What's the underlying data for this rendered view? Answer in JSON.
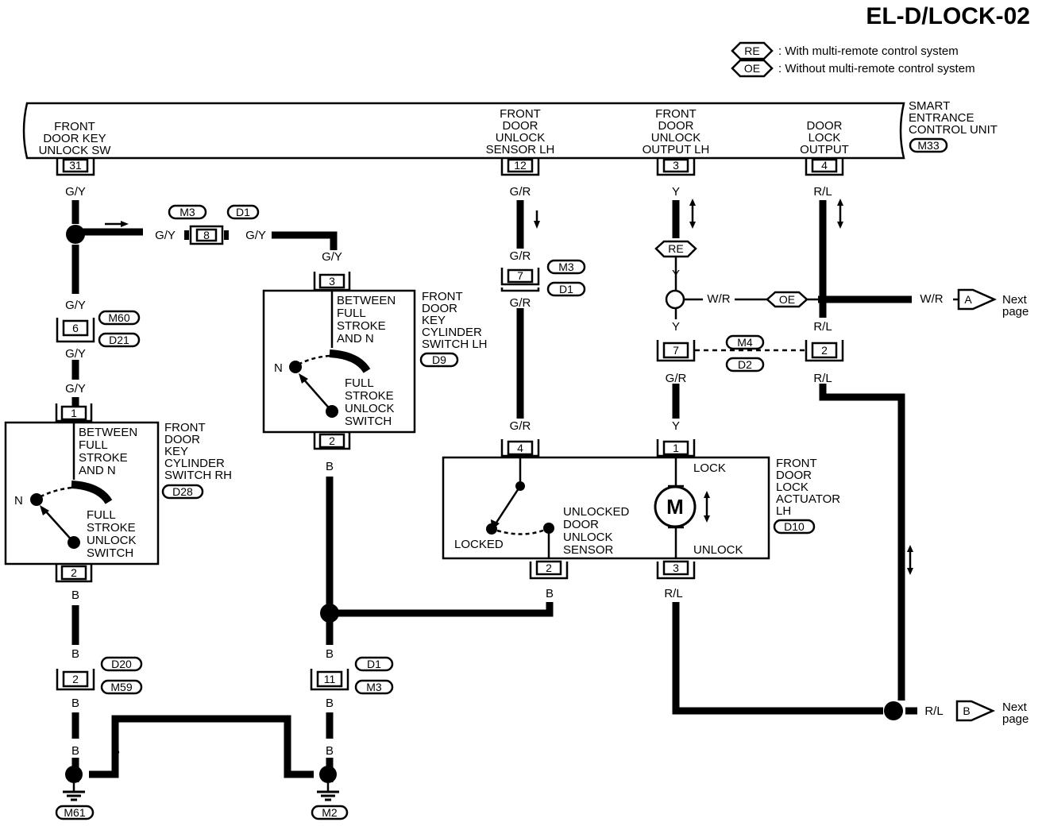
{
  "page_title": "EL-D/LOCK-02",
  "legend": [
    {
      "tag": "RE",
      "text": ": With multi-remote control system"
    },
    {
      "tag": "OE",
      "text": ": Without multi-remote control system"
    }
  ],
  "control_unit": {
    "name": [
      "SMART",
      "ENTRANCE",
      "CONTROL UNIT"
    ],
    "connector": "M33",
    "ports": [
      {
        "id": "p31",
        "lines": [
          "FRONT",
          "DOOR KEY",
          "UNLOCK SW"
        ],
        "pin": "31"
      },
      {
        "id": "p12",
        "lines": [
          "FRONT",
          "DOOR",
          "UNLOCK",
          "SENSOR LH"
        ],
        "pin": "12"
      },
      {
        "id": "p3",
        "lines": [
          "FRONT",
          "DOOR",
          "UNLOCK",
          "OUTPUT LH"
        ],
        "pin": "3"
      },
      {
        "id": "p4",
        "lines": [
          "DOOR",
          "LOCK",
          "OUTPUT"
        ],
        "pin": "4"
      }
    ]
  },
  "connectors": {
    "c8": {
      "pin": "8",
      "tags": [
        "M3",
        "D1"
      ]
    },
    "c7a": {
      "pin": "7",
      "tags": [
        "M3",
        "D1"
      ]
    },
    "c6": {
      "pin": "6",
      "tags": [
        "M60",
        "D21"
      ]
    },
    "c7b": {
      "pin": "7"
    },
    "c2b": {
      "pin": "2"
    },
    "c7b2_tags": [
      "M4",
      "D2"
    ],
    "c2d": {
      "pin": "2",
      "tags": [
        "D20",
        "M59"
      ]
    },
    "c11": {
      "pin": "11",
      "tags": [
        "D1",
        "M3"
      ]
    }
  },
  "wires": {
    "gy": "G/Y",
    "gr": "G/R",
    "y": "Y",
    "rl": "R/L",
    "wr": "W/R",
    "b": "B"
  },
  "tags": {
    "re": "RE",
    "oe": "OE"
  },
  "switch_lh": {
    "name": [
      "FRONT",
      "DOOR",
      "KEY",
      "CYLINDER",
      "SWITCH LH"
    ],
    "connector": "D9",
    "pin_top": "3",
    "pin_bottom": "2",
    "upper": [
      "BETWEEN",
      "FULL",
      "STROKE",
      "AND N"
    ],
    "lower": [
      "FULL",
      "STROKE",
      "UNLOCK",
      "SWITCH"
    ],
    "n": "N"
  },
  "switch_rh": {
    "name": [
      "FRONT",
      "DOOR",
      "KEY",
      "CYLINDER",
      "SWITCH RH"
    ],
    "connector": "D28",
    "pin_top": "1",
    "pin_bottom": "2",
    "upper": [
      "BETWEEN",
      "FULL",
      "STROKE",
      "AND N"
    ],
    "lower": [
      "FULL",
      "STROKE",
      "UNLOCK",
      "SWITCH"
    ],
    "n": "N"
  },
  "actuator": {
    "name": [
      "FRONT",
      "DOOR",
      "LOCK",
      "ACTUATOR",
      "LH"
    ],
    "connector": "D10",
    "pins": [
      "4",
      "1",
      "2",
      "3"
    ],
    "lock": "LOCK",
    "unlock": "UNLOCK",
    "locked": "LOCKED",
    "sensor": [
      "UNLOCKED",
      "DOOR",
      "UNLOCK",
      "SENSOR"
    ],
    "motor": "M"
  },
  "next_page": {
    "a": {
      "letter": "A",
      "text": [
        "Next",
        "page"
      ]
    },
    "b": {
      "letter": "B",
      "text": [
        "Next",
        "page"
      ]
    }
  },
  "grounds": [
    "M61",
    "M2"
  ]
}
